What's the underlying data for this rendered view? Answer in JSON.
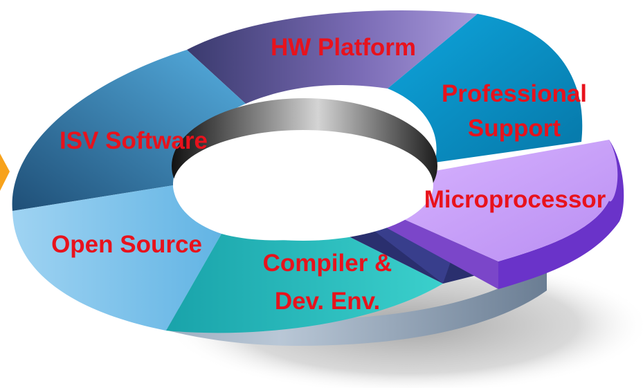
{
  "diagram": {
    "segments": [
      {
        "id": "hw-platform",
        "lines": [
          "HW Platform"
        ],
        "color": "#6b5fa8"
      },
      {
        "id": "professional-support",
        "lines": [
          "Professional",
          "Support"
        ],
        "color": "#0a8fc8"
      },
      {
        "id": "microprocessor",
        "lines": [
          "Microprocessor"
        ],
        "color": "#c79cf5"
      },
      {
        "id": "compiler-dev-env",
        "lines": [
          "Compiler &",
          "Dev. Env."
        ],
        "color": "#26b7b8"
      },
      {
        "id": "open-source",
        "lines": [
          "Open Source"
        ],
        "color": "#7cc3ea"
      },
      {
        "id": "isv-software",
        "lines": [
          "ISV Software"
        ],
        "color": "#3f92c6"
      }
    ],
    "label_color": "#e8121c"
  }
}
